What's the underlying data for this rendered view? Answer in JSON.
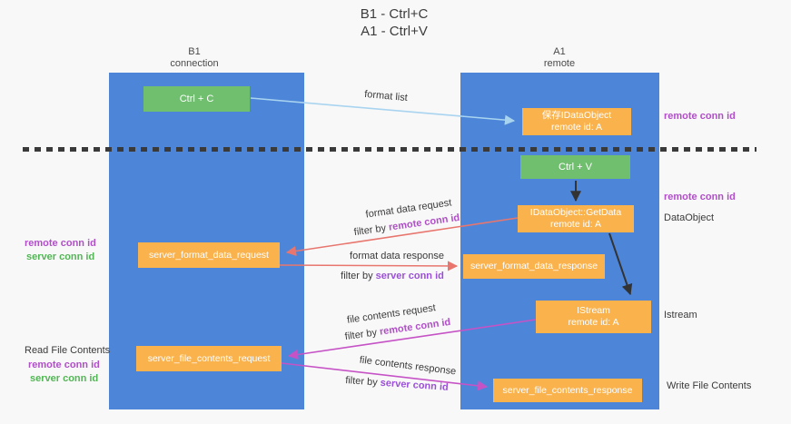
{
  "title": {
    "line1": "B1 - Ctrl+C",
    "line2": "A1 - Ctrl+V"
  },
  "lanes": {
    "left": {
      "title": "B1",
      "subtitle": "connection"
    },
    "right": {
      "title": "A1",
      "subtitle": "remote"
    }
  },
  "boxes": {
    "ctrl_c": {
      "label": "Ctrl + C"
    },
    "save_idataobject": {
      "line1": "保存IDataObject",
      "line2": "remote id: A"
    },
    "ctrl_v": {
      "label": "Ctrl + V"
    },
    "idataobject_getdata": {
      "line1": "IDataObject::GetData",
      "line2": "remote id: A"
    },
    "server_format_data_request": {
      "label": "server_format_data_request"
    },
    "server_format_data_response": {
      "label": "server_format_data_response"
    },
    "istream": {
      "line1": "IStream",
      "line2": "remote id: A"
    },
    "server_file_contents_request": {
      "label": "server_file_contents_request"
    },
    "server_file_contents_response": {
      "label": "server_file_contents_response"
    }
  },
  "arrow_labels": {
    "format_list": "format list",
    "format_data_request": "format data request",
    "format_data_response": "format data response",
    "file_contents_request": "file contents request",
    "file_contents_response": "file contents response",
    "filter_by": "filter by ",
    "remote_conn_id": "remote conn id",
    "server_conn_id": "server conn id"
  },
  "margin_labels": {
    "remote_conn_id": "remote conn id",
    "server_conn_id": "server conn id",
    "read_file_contents": "Read File Contents",
    "write_file_contents": "Write File Contents",
    "dataobject": "DataObject",
    "istream": "Istream"
  },
  "colors": {
    "lane_blue": "#4d86d8",
    "green_box": "#6fbf6e",
    "orange_box": "#f9b24c",
    "arrow_light_blue": "#a9d4f0",
    "arrow_black": "#333333",
    "arrow_salmon": "#e8766e",
    "arrow_magenta": "#c653c6",
    "text_purple": "#b04fc8",
    "text_green": "#53b556"
  }
}
